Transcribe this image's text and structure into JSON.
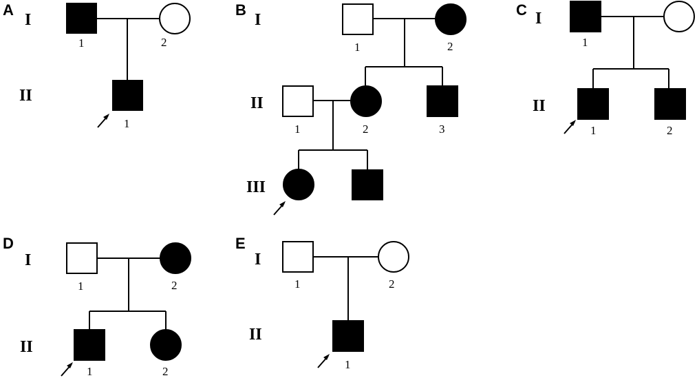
{
  "panels": [
    {
      "label": "A",
      "generations": [
        "I",
        "II"
      ],
      "individuals": [
        {
          "id": "A-I-1",
          "sex": "male",
          "affected": true,
          "number": "1"
        },
        {
          "id": "A-I-2",
          "sex": "female",
          "affected": false,
          "number": "2"
        },
        {
          "id": "A-II-1",
          "sex": "male",
          "affected": true,
          "number": "1",
          "proband": true
        }
      ]
    },
    {
      "label": "B",
      "generations": [
        "I",
        "II",
        "III"
      ],
      "individuals": [
        {
          "id": "B-I-1",
          "sex": "male",
          "affected": false,
          "number": "1"
        },
        {
          "id": "B-I-2",
          "sex": "female",
          "affected": true,
          "number": "2"
        },
        {
          "id": "B-II-1",
          "sex": "male",
          "affected": false,
          "number": "1"
        },
        {
          "id": "B-II-2",
          "sex": "female",
          "affected": true,
          "number": "2"
        },
        {
          "id": "B-II-3",
          "sex": "male",
          "affected": true,
          "number": "3"
        },
        {
          "id": "B-III-1",
          "sex": "female",
          "affected": true,
          "number": "",
          "proband": true
        },
        {
          "id": "B-III-2",
          "sex": "male",
          "affected": true,
          "number": ""
        }
      ]
    },
    {
      "label": "C",
      "generations": [
        "I",
        "II"
      ],
      "individuals": [
        {
          "id": "C-I-1",
          "sex": "male",
          "affected": true,
          "number": "1"
        },
        {
          "id": "C-I-2",
          "sex": "female",
          "affected": false,
          "number": ""
        },
        {
          "id": "C-II-1",
          "sex": "male",
          "affected": true,
          "number": "1",
          "proband": true
        },
        {
          "id": "C-II-2",
          "sex": "male",
          "affected": true,
          "number": "2"
        }
      ]
    },
    {
      "label": "D",
      "generations": [
        "I",
        "II"
      ],
      "individuals": [
        {
          "id": "D-I-1",
          "sex": "male",
          "affected": false,
          "number": "1"
        },
        {
          "id": "D-I-2",
          "sex": "female",
          "affected": true,
          "number": "2"
        },
        {
          "id": "D-II-1",
          "sex": "male",
          "affected": true,
          "number": "1",
          "proband": true
        },
        {
          "id": "D-II-2",
          "sex": "female",
          "affected": true,
          "number": "2"
        }
      ]
    },
    {
      "label": "E",
      "generations": [
        "I",
        "II"
      ],
      "individuals": [
        {
          "id": "E-I-1",
          "sex": "male",
          "affected": false,
          "number": "1"
        },
        {
          "id": "E-I-2",
          "sex": "female",
          "affected": false,
          "number": "2"
        },
        {
          "id": "E-II-1",
          "sex": "male",
          "affected": true,
          "number": "1",
          "proband": true
        }
      ]
    }
  ]
}
